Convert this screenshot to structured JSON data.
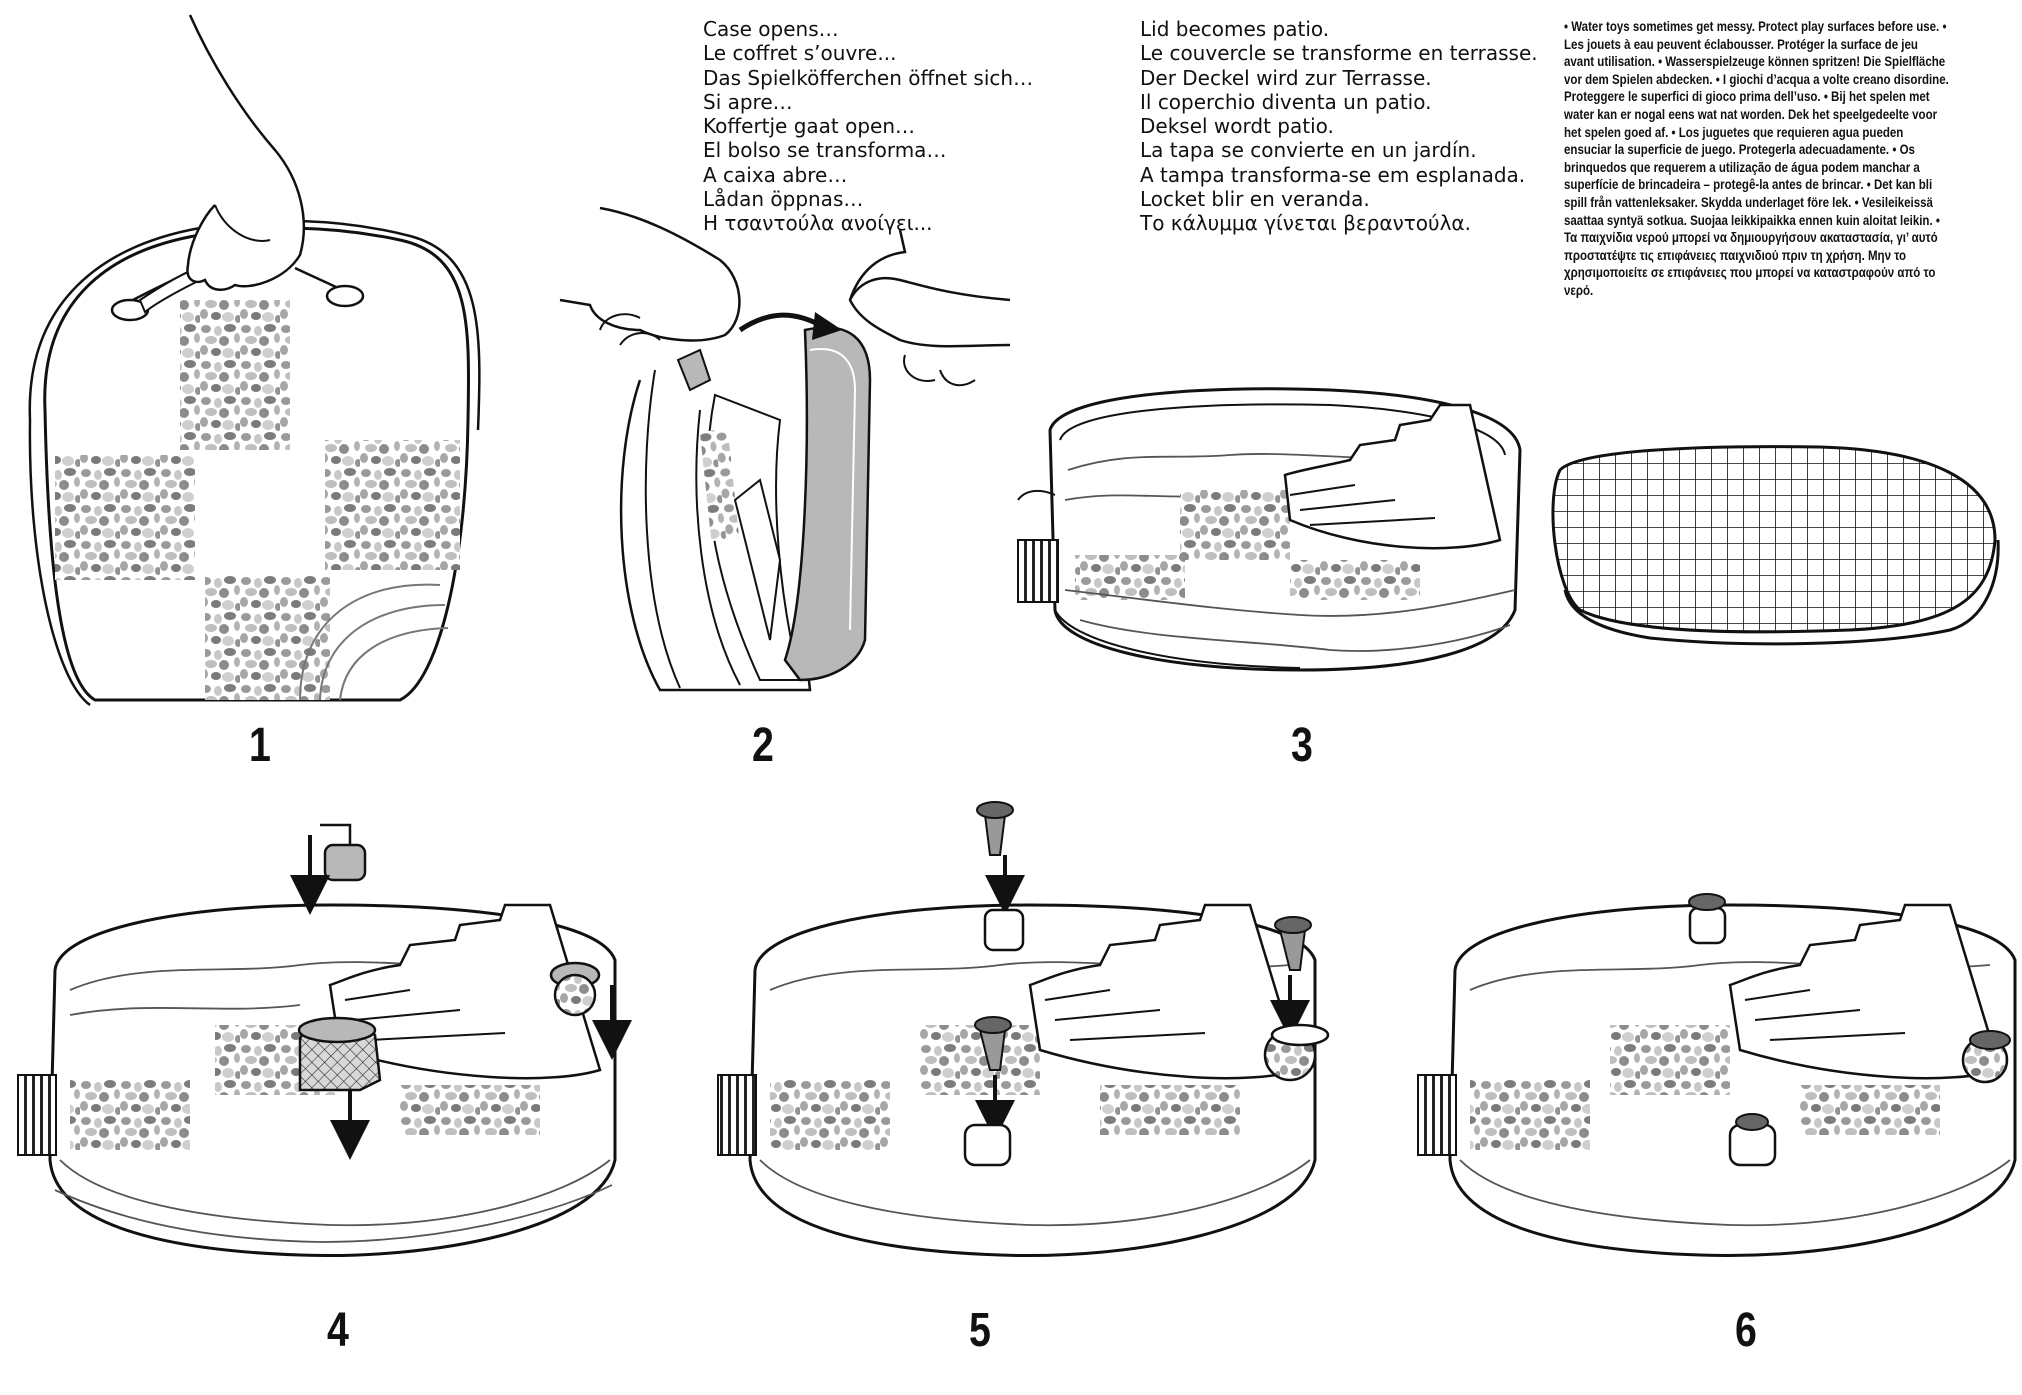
{
  "step_numbers": [
    "1",
    "2",
    "3",
    "4",
    "5",
    "6"
  ],
  "step2_caption": [
    "Case opens…",
    "Le coffret s’ouvre...",
    "Das Spielköfferchen öffnet sich…",
    "Si apre…",
    "Koffertje gaat open…",
    "El bolso se transforma…",
    "A caixa abre…",
    "Lådan öppnas…",
    "Η τσαντούλα ανοίγει..."
  ],
  "step3_caption": [
    "Lid becomes patio.",
    "Le couvercle se transforme en terrasse.",
    "Der Deckel wird zur Terrasse.",
    "Il coperchio diventa un patio.",
    "Deksel wordt patio.",
    "La tapa se convierte en un jardín.",
    "A tampa transforma-se em esplanada.",
    "Locket blir en veranda.",
    "Το κάλυμμα γίνεται βεραντούλα."
  ],
  "warning": {
    "en": "• Water toys sometimes get messy. Protect play surfaces before use.",
    "fr": "• Les jouets à eau peuvent éclabousser. Protéger la surface de jeu avant utilisation.",
    "de": "• Wasserspielzeuge können spritzen! Die Spielfläche vor dem Spielen abdecken.",
    "it": "• I giochi d’acqua a volte creano disordine. Proteggere le superfici di gioco prima dell’uso.",
    "nl": "• Bij het spelen met water kan er nogal eens wat nat worden. Dek het speelgedeelte voor het spelen goed af.",
    "es": "• Los juguetes que requieren agua pueden ensuciar la superficie de juego. Protegerla adecuadamente.",
    "pt": "• Os brinquedos que requerem a utilização de água podem manchar a superfície de brincadeira – protegê-la antes de brincar.",
    "sv": "• Det kan bli spill från vattenleksaker. Skydda underlaget före lek.",
    "fi": "• Vesileikeissä saattaa syntyä sotkua. Suojaa leikkipaikka ennen kuin aloitat leikin.",
    "el": "• Τα παιχνίδια νερού μπορεί να δημιουργήσουν ακαταστασία, γι’ αυτό προστατέψτε τις επιφάνειες παιχνιδιού πριν τη χρήση.  Μην το χρησιμοποιείτε σε επιφάνειες που μπορεί να καταστραφούν από το νερό."
  },
  "colors": {
    "ink": "#111111",
    "pebble_light": "#bdbdbd",
    "pebble_dark": "#7a7a7a",
    "lid_gray": "#b8b8b8"
  }
}
